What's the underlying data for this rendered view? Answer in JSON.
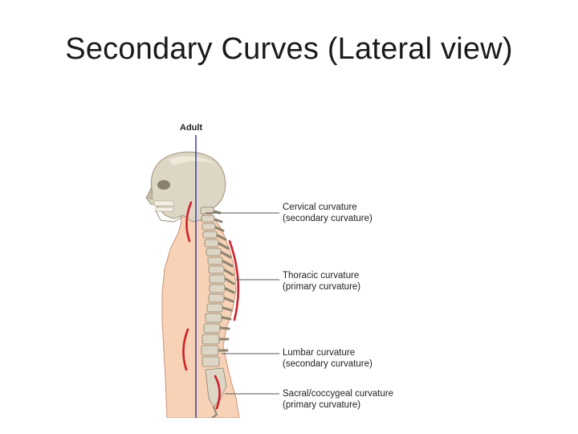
{
  "slide": {
    "title": "Secondary Curves (Lateral view)"
  },
  "figure": {
    "top_label": "Adult",
    "labels": [
      {
        "line1": "Cervical curvature",
        "line2": "(secondary curvature)"
      },
      {
        "line1": "Thoracic curvature",
        "line2": "(primary curvature)"
      },
      {
        "line1": "Lumbar curvature",
        "line2": "(secondary curvature)"
      },
      {
        "line1": "Sacral/coccygeal curvature",
        "line2": "(primary curvature)"
      }
    ],
    "colors": {
      "skin": "#f7d2b6",
      "skin_outline": "#c9937a",
      "bone": "#ddd6c4",
      "bone_shadow": "#a89f8a",
      "plumb_line": "#3b3fa0",
      "curve_marker": "#d0202a",
      "leader_line": "#555555"
    }
  }
}
